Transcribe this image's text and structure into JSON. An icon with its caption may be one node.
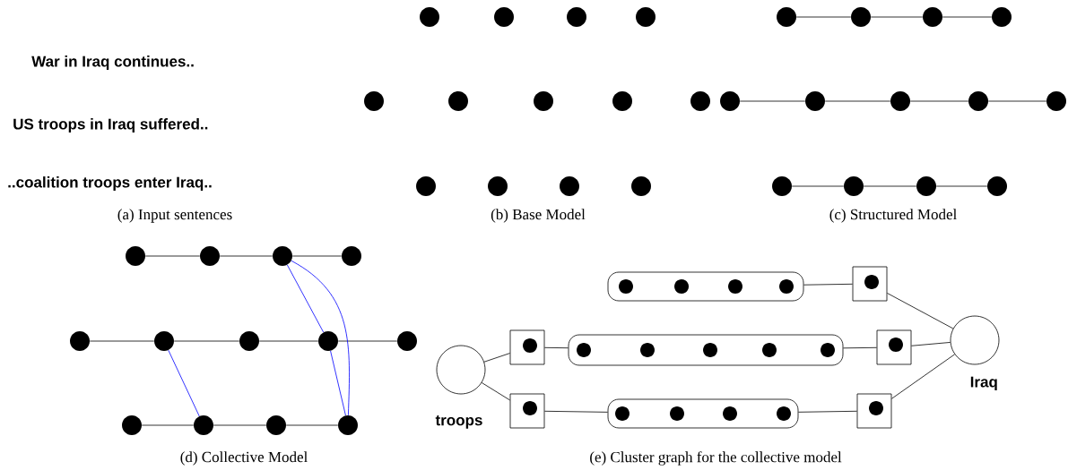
{
  "diagram": {
    "nodes": [
      {
        "text": [],
        "shape": "circle"
      },
      {
        "text": [],
        "shape": "circle"
      },
      {
        "text": [],
        "shape": "circle"
      },
      {
        "text": [],
        "shape": "circle"
      },
      {
        "text": [],
        "shape": "circle"
      },
      {
        "text": [],
        "shape": "circle"
      },
      {
        "text": [],
        "shape": "circle"
      },
      {
        "text": [],
        "shape": "circle"
      },
      {
        "text": [],
        "shape": "circle"
      },
      {
        "text": [],
        "shape": "circle"
      },
      {
        "text": [],
        "shape": "circle"
      },
      {
        "text": [],
        "shape": "circle"
      },
      {
        "text": [],
        "shape": "circle"
      },
      {
        "text": [],
        "shape": "circle"
      },
      {
        "text": [],
        "shape": "circle"
      },
      {
        "text": [],
        "shape": "circle"
      },
      {
        "text": [],
        "shape": "circle"
      },
      {
        "text": [],
        "shape": "circle"
      },
      {
        "text": [],
        "shape": "circle"
      },
      {
        "text": [],
        "shape": "circle"
      },
      {
        "text": [],
        "shape": "circle"
      },
      {
        "text": [],
        "shape": "circle"
      },
      {
        "text": [],
        "shape": "circle"
      },
      {
        "text": [],
        "shape": "circle"
      },
      {
        "text": [],
        "shape": "circle"
      },
      {
        "text": [],
        "shape": "circle"
      },
      {
        "text": [],
        "shape": "circle"
      },
      {
        "text": [],
        "shape": "circle"
      },
      {
        "text": [],
        "shape": "circle"
      },
      {
        "text": [],
        "shape": "circle"
      },
      {
        "text": [],
        "shape": "circle"
      },
      {
        "text": [],
        "shape": "circle"
      },
      {
        "text": [],
        "shape": "circle"
      },
      {
        "text": [],
        "shape": "circle"
      },
      {
        "text": [],
        "shape": "circle"
      },
      {
        "text": [],
        "shape": "circle"
      },
      {
        "text": [],
        "shape": "circle"
      },
      {
        "text": [],
        "shape": "circle"
      },
      {
        "text": [],
        "shape": "circle"
      },
      {
        "text": [],
        "shape": "box"
      },
      {
        "text": [],
        "shape": "circle",
        "in": 39
      },
      {
        "text": [],
        "shape": "circle",
        "in": 39
      },
      {
        "text": [],
        "shape": "circle",
        "in": 39
      },
      {
        "text": [],
        "shape": "circle",
        "in": 39
      },
      {
        "text": [],
        "shape": "box"
      },
      {
        "text": [],
        "shape": "circle",
        "in": 44
      },
      {
        "text": [],
        "shape": "box"
      },
      {
        "text": [],
        "shape": "circle",
        "in": 46
      },
      {
        "text": [],
        "shape": "box"
      },
      {
        "text": [],
        "shape": "circle",
        "in": 48
      },
      {
        "text": [],
        "shape": "circle",
        "in": 48
      },
      {
        "text": [],
        "shape": "circle",
        "in": 48
      },
      {
        "text": [],
        "shape": "circle",
        "in": 48
      },
      {
        "text": [],
        "shape": "circle",
        "in": 48
      },
      {
        "text": [],
        "shape": "box"
      },
      {
        "text": [],
        "shape": "circle",
        "in": 54
      },
      {
        "text": [
          "Iraq"
        ]
      },
      {
        "text": [
          "troops"
        ]
      },
      {
        "text": [],
        "shape": "box"
      },
      {
        "text": [],
        "shape": "circle",
        "in": 58
      },
      {
        "text": [],
        "shape": "box"
      },
      {
        "text": [],
        "shape": "circle",
        "in": 60
      },
      {
        "text": [],
        "shape": "circle",
        "in": 60
      },
      {
        "text": [],
        "shape": "circle",
        "in": 60
      },
      {
        "text": [],
        "shape": "circle",
        "in": 60
      },
      {
        "text": [],
        "shape": "box"
      },
      {
        "text": [],
        "shape": "circle",
        "in": 65
      }
    ],
    "edges": [
      {
        "from": 13,
        "to": 14,
        "arrow": "none"
      },
      {
        "from": 14,
        "to": 15,
        "arrow": "none"
      },
      {
        "from": 15,
        "to": 16,
        "arrow": "none"
      },
      {
        "from": 17,
        "to": 18,
        "arrow": "none"
      },
      {
        "from": 18,
        "to": 19,
        "arrow": "none"
      },
      {
        "from": 19,
        "to": 20,
        "arrow": "none"
      },
      {
        "from": 20,
        "to": 21,
        "arrow": "none"
      },
      {
        "from": 22,
        "to": 23,
        "arrow": "none"
      },
      {
        "from": 23,
        "to": 24,
        "arrow": "none"
      },
      {
        "from": 24,
        "to": 25,
        "arrow": "none"
      },
      {
        "from": 26,
        "to": 27,
        "arrow": "none"
      },
      {
        "from": 27,
        "to": 28,
        "arrow": "none"
      },
      {
        "from": 28,
        "to": 29,
        "arrow": "none"
      },
      {
        "from": 30,
        "to": 31,
        "arrow": "none"
      },
      {
        "from": 31,
        "to": 32,
        "arrow": "none"
      },
      {
        "from": 32,
        "to": 33,
        "arrow": "none"
      },
      {
        "from": 33,
        "to": 34,
        "arrow": "none"
      },
      {
        "from": 35,
        "to": 36,
        "arrow": "none"
      },
      {
        "from": 36,
        "to": 37,
        "arrow": "none"
      },
      {
        "from": 37,
        "to": 38,
        "arrow": "none"
      },
      {
        "from": 28,
        "to": 33,
        "arrow": "none",
        "color": "#0000ff"
      },
      {
        "from": 28,
        "to": 38,
        "arrow": "none",
        "color": "#0000ff"
      },
      {
        "from": 31,
        "to": 36,
        "arrow": "none",
        "color": "#0000ff"
      },
      {
        "from": 33,
        "to": 38,
        "arrow": "none",
        "color": "#0000ff"
      },
      {
        "from": 57,
        "to": 46,
        "arrow": "none"
      },
      {
        "from": 57,
        "to": 58,
        "arrow": "none"
      },
      {
        "from": 46,
        "to": 48,
        "arrow": "none"
      },
      {
        "from": 58,
        "to": 60,
        "arrow": "none"
      },
      {
        "from": 39,
        "to": 44,
        "arrow": "none"
      },
      {
        "from": 48,
        "to": 54,
        "arrow": "none"
      },
      {
        "from": 60,
        "to": 65,
        "arrow": "none"
      },
      {
        "from": 44,
        "to": 56,
        "arrow": "none"
      },
      {
        "from": 54,
        "to": 56,
        "arrow": "none"
      },
      {
        "from": 65,
        "to": 56,
        "arrow": "none"
      }
    ],
    "labels": [
      "War in Iraq continues..",
      "US troops in Iraq suffered..",
      "..coalition troops enter Iraq..",
      "(a) Input sentences",
      "(b) Base Model",
      "(c) Structured Model",
      "(d) Collective Model",
      "(e) Cluster graph for the collective model"
    ]
  }
}
